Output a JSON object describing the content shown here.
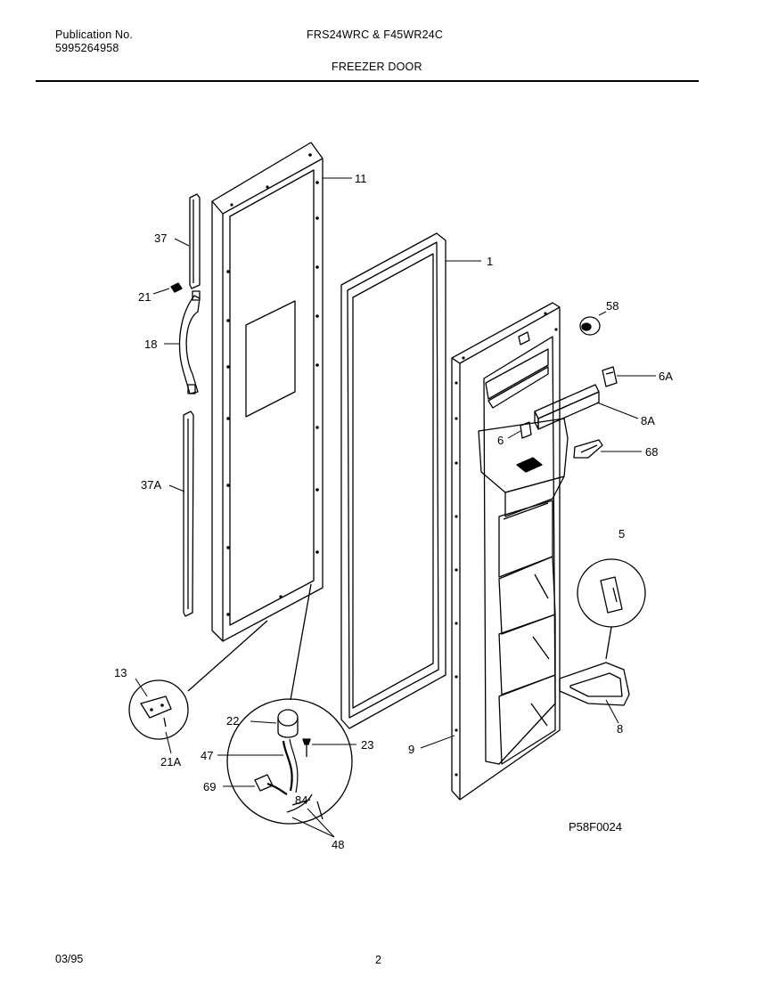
{
  "header": {
    "publication_label": "Publication No.",
    "publication_number": "5995264958",
    "model": "FRS24WRC & F45WR24C",
    "section_title": "FREEZER DOOR"
  },
  "footer": {
    "date": "03/95",
    "page_number": "2"
  },
  "diagram": {
    "code": "P58F0024",
    "parts": {
      "p11": "11",
      "p1": "1",
      "p37": "37",
      "p21": "21",
      "p18": "18",
      "p37a": "37A",
      "p58": "58",
      "p6a": "6A",
      "p8a": "8A",
      "p6": "6",
      "p68": "68",
      "p5": "5",
      "p8": "8",
      "p9": "9",
      "p13": "13",
      "p21a": "21A",
      "p22": "22",
      "p23": "23",
      "p47": "47",
      "p69": "69",
      "p84": "84",
      "p48": "48"
    }
  }
}
